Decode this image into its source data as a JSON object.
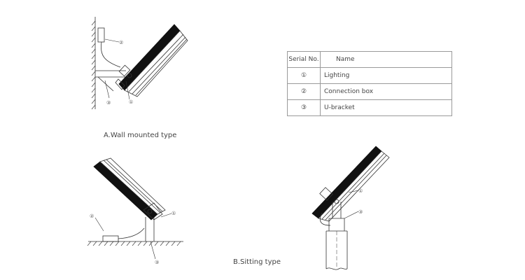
{
  "captions": {
    "wall": "A.Wall mounted type",
    "sitting": "B.Sitting type"
  },
  "callouts": {
    "one": "①",
    "two": "②",
    "three": "③"
  },
  "legend": {
    "header_serial": "Serial No.",
    "header_name": "Name",
    "rows": [
      {
        "num": "①",
        "name": "Lighting"
      },
      {
        "num": "②",
        "name": "Connection box"
      },
      {
        "num": "③",
        "name": "U-bracket"
      }
    ]
  },
  "colors": {
    "line": "#333333",
    "lamp": "#111111"
  }
}
